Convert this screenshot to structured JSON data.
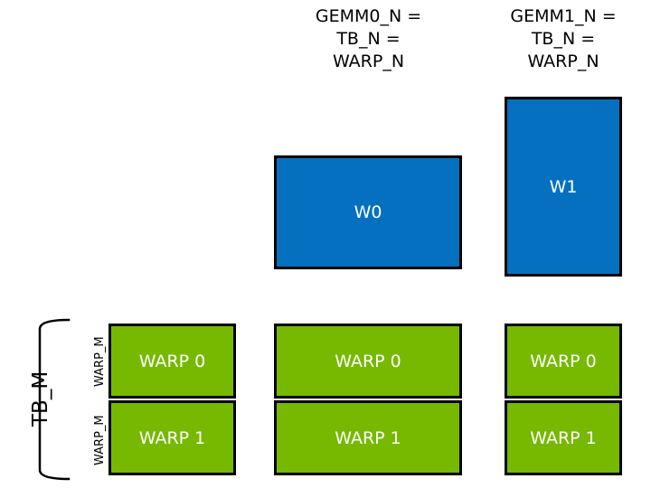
{
  "diagram": {
    "title_hidden": "",
    "colors": {
      "blue": "#0570c0",
      "green": "#76b900",
      "outline": "#000000",
      "background": "#ffffff",
      "text_on_block": "#ffffff",
      "text_plain": "#000000"
    },
    "column_headers": [
      {
        "id": "gemm0",
        "text": "GEMM0_N =\nTB_N =\nWARP_N"
      },
      {
        "id": "gemm1",
        "text": "GEMM1_N =\nTB_N =\nWARP_N"
      }
    ],
    "blue_blocks": [
      {
        "id": "w0",
        "label": "W0"
      },
      {
        "id": "w1",
        "label": "W1"
      }
    ],
    "green_columns": [
      {
        "id": "col-0",
        "cells": [
          {
            "label": "WARP 0"
          },
          {
            "label": "WARP 1"
          }
        ]
      },
      {
        "id": "col-1",
        "cells": [
          {
            "label": "WARP 0"
          },
          {
            "label": "WARP 1"
          }
        ]
      },
      {
        "id": "col-2",
        "cells": [
          {
            "label": "WARP 0"
          },
          {
            "label": "WARP 1"
          }
        ]
      }
    ],
    "axis_labels": {
      "tb_m": "TB_M",
      "warp_m_top": "WARP_M",
      "warp_m_bottom": "WARP_M"
    }
  }
}
